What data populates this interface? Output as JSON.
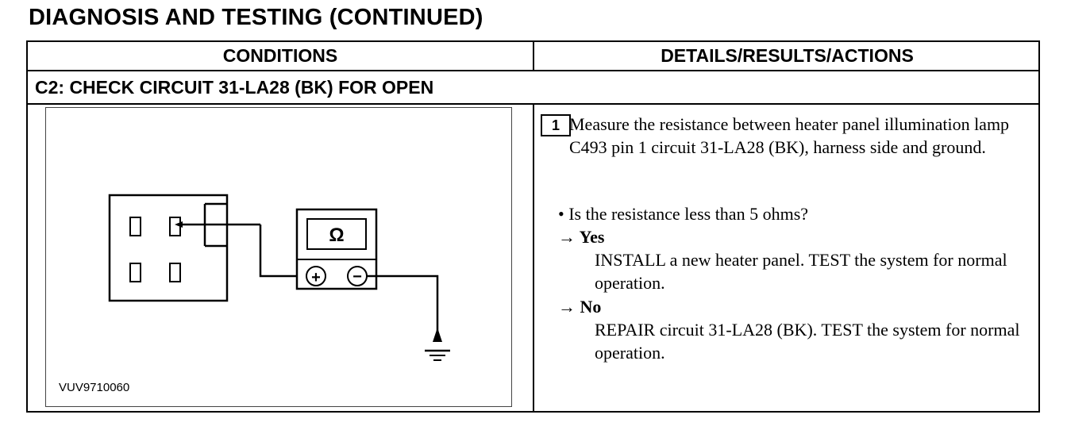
{
  "page": {
    "title": "DIAGNOSIS AND TESTING (CONTINUED)"
  },
  "table": {
    "headers": {
      "conditions": "CONDITIONS",
      "details": "DETAILS/RESULTS/ACTIONS"
    },
    "step_title": "C2: CHECK CIRCUIT 31-LA28 (BK) FOR OPEN",
    "figure": {
      "meter_symbol": "Ω",
      "plus_symbol": "+",
      "minus_symbol": "−",
      "id": "VUV9710060",
      "icons": [
        "connector-icon",
        "ohmmeter-icon",
        "ground-icon"
      ]
    },
    "details": {
      "step_number": "1",
      "instruction": "Measure the resistance between heater panel illumination lamp C493 pin 1 circuit 31-LA28 (BK), harness side and ground.",
      "question": "• Is the resistance less than 5 ohms?",
      "yes_label": "→ Yes",
      "yes_action": "INSTALL a new heater panel. TEST the system for normal operation.",
      "no_label": "→ No",
      "no_action": "REPAIR circuit 31-LA28 (BK). TEST the system for normal operation."
    }
  }
}
